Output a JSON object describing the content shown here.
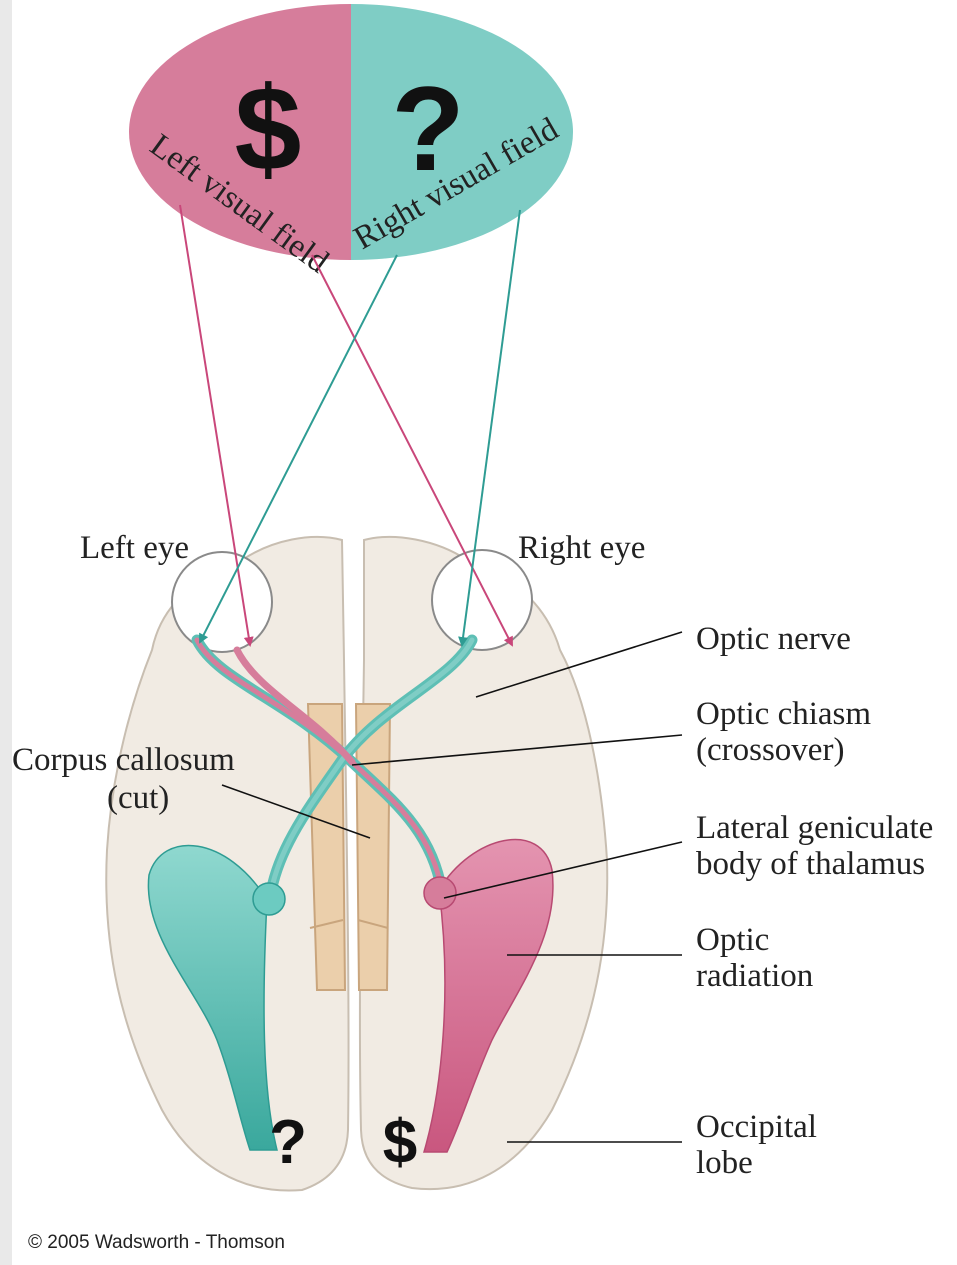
{
  "visual_field": {
    "left_symbol": "$",
    "right_symbol": "?",
    "left_label": "Left visual field",
    "right_label": "Right visual field"
  },
  "labels": {
    "left_eye": "Left eye",
    "right_eye": "Right eye",
    "optic_nerve": "Optic nerve",
    "optic_chiasm_line1": "Optic chiasm",
    "optic_chiasm_line2": "(crossover)",
    "corpus_line1": "Corpus callosum",
    "corpus_line2": "(cut)",
    "lgn_line1": "Lateral geniculate",
    "lgn_line2": "body of thalamus",
    "radiation_line1": "Optic",
    "radiation_line2": "radiation",
    "occipital_line1": "Occipital",
    "occipital_line2": "lobe"
  },
  "lobe_symbols": {
    "left_lobe": "?",
    "right_lobe": "$"
  },
  "copyright": "© 2005 Wadsworth - Thomson",
  "colors": {
    "pink": "#d67d9b",
    "teal": "#7fcdc5",
    "brain": "#f1ebe3",
    "callosum": "#ebcfab"
  }
}
